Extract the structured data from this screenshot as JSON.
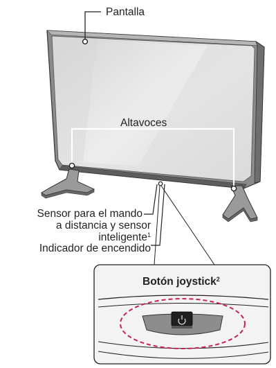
{
  "labels": {
    "screen": "Pantalla",
    "speakers": "Altavoces",
    "sensor_line1": "Sensor para el mando",
    "sensor_line2": "a distancia y sensor",
    "sensor_line3": "inteligente",
    "sensor_sup": "1",
    "power_indicator": "Indicador de encendido",
    "joystick": "Botón joystick",
    "joystick_sup": "2"
  },
  "icons": {
    "power": "power-icon"
  }
}
